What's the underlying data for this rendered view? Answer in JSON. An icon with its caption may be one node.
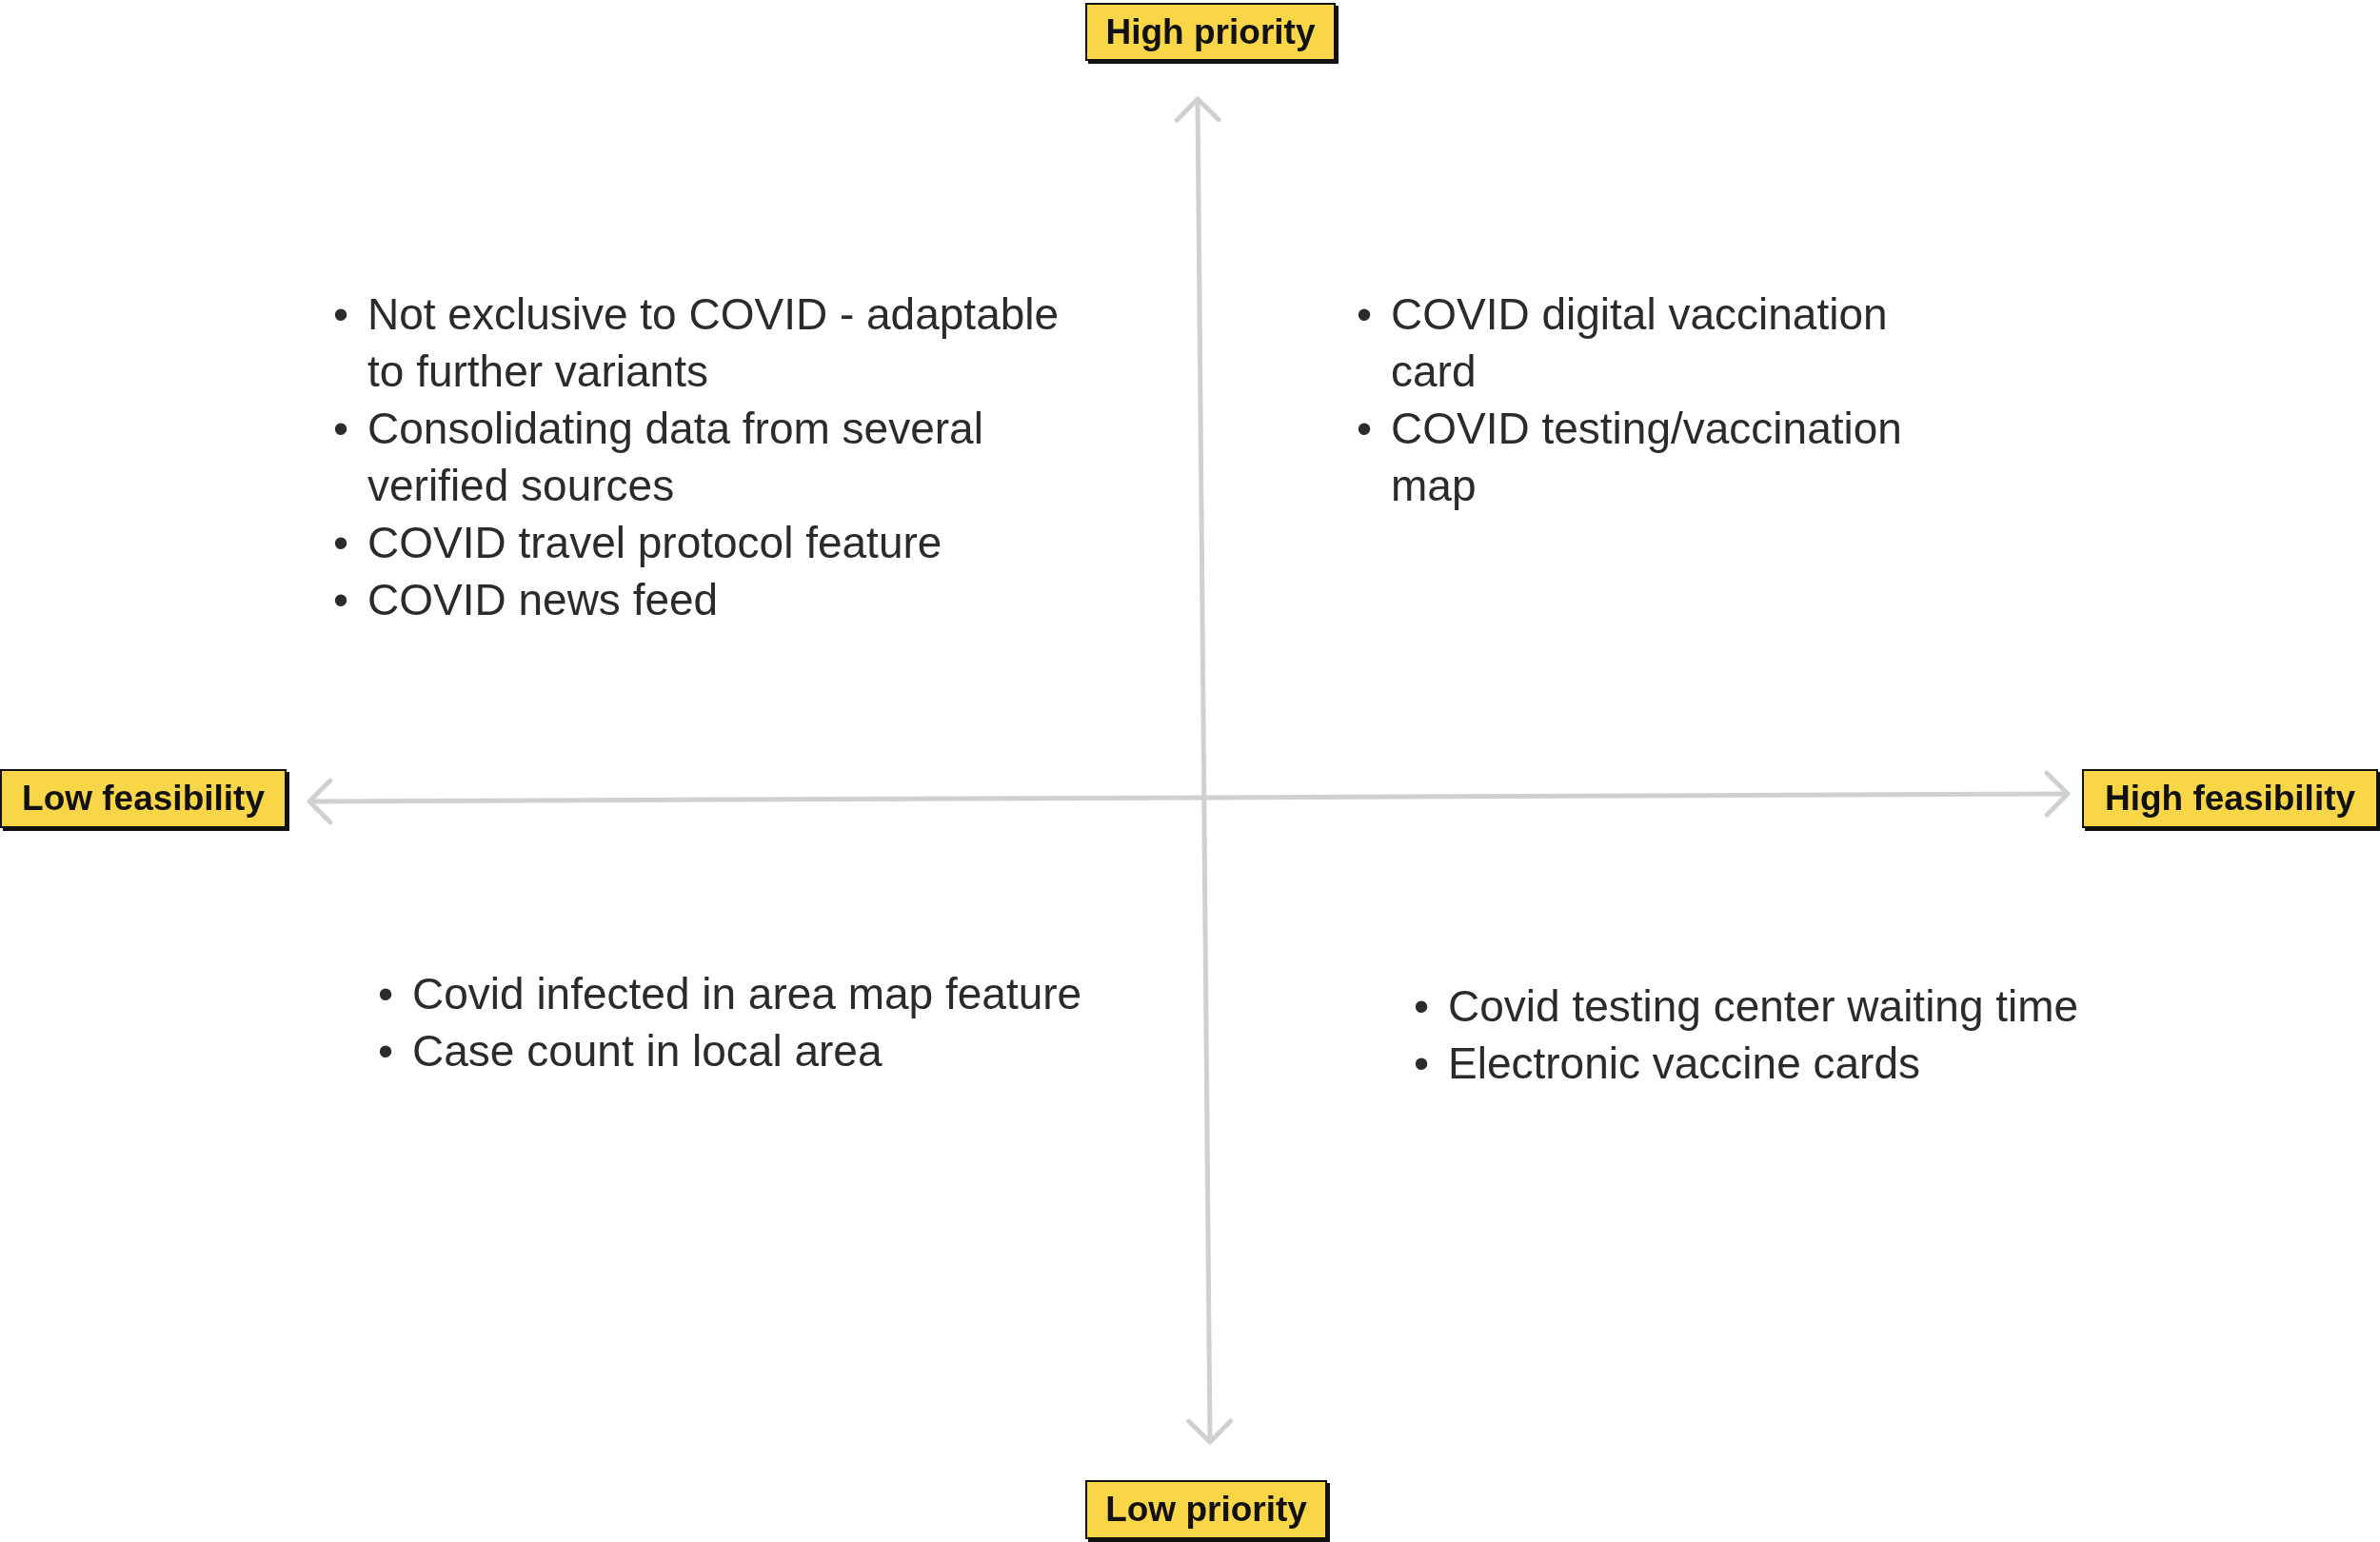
{
  "diagram": {
    "nodes": [
      {
        "text": [
          "High priority"
        ]
      },
      {
        "text": [
          "Low feasibility"
        ]
      },
      {
        "text": [
          "High feasibility"
        ]
      },
      {
        "text": [
          "Low priority"
        ]
      }
    ],
    "labels": [
      "•",
      "Not exclusive to COVID - adaptable to further variants",
      "•",
      "Consolidating data from several verified sources",
      "•",
      "COVID travel protocol feature",
      "•",
      "COVID news feed",
      "•",
      "COVID digital vaccination card",
      "•",
      "COVID testing/vaccination map",
      "•",
      "Covid infected in area map feature",
      "•",
      "Case count in local area",
      "•",
      "Covid testing center waiting time",
      "•",
      "Electronic vaccine cards"
    ]
  }
}
